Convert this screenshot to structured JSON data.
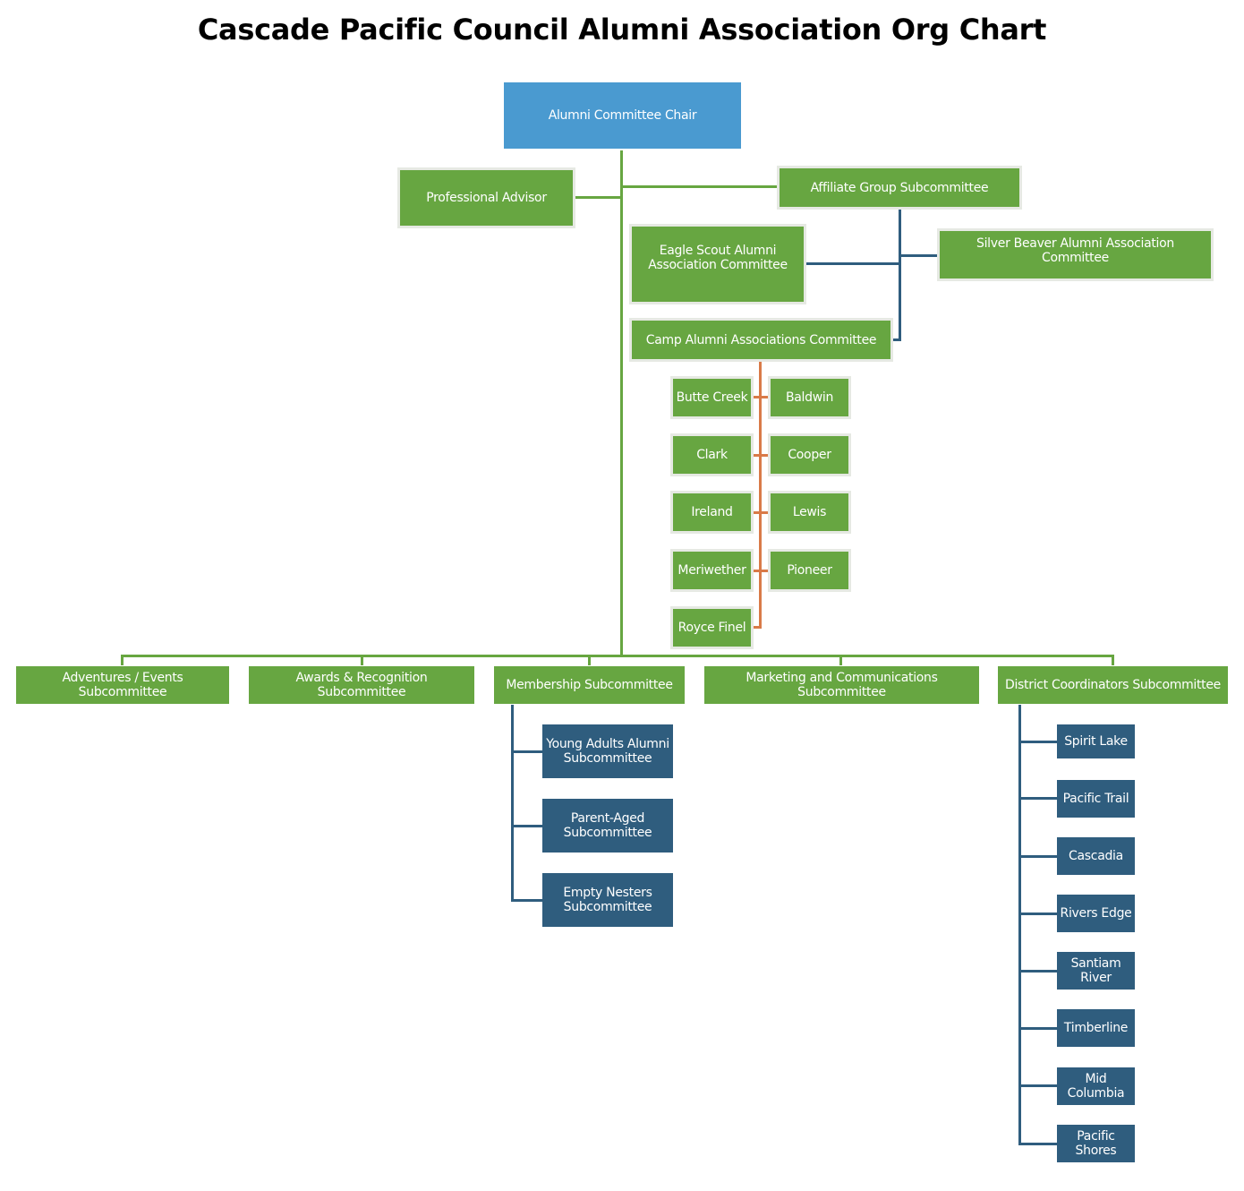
{
  "title": "Cascade Pacific Council Alumni Association Org Chart",
  "colors": {
    "chair": "#4a9ad0",
    "primary_node": "#67a641",
    "secondary_node": "#2f5d7e",
    "primary_connector": "#67a641",
    "affiliate_connector": "#2f5d7e",
    "camp_connector": "#d97a48"
  },
  "chair": {
    "label": "Alumni Committee Chair"
  },
  "advisor": {
    "label": "Professional Advisor"
  },
  "affiliate": {
    "label": "Affiliate Group Subcommittee",
    "children": [
      {
        "label": "Eagle Scout Alumni Association Committee"
      },
      {
        "label": "Silver Beaver Alumni Association Committee"
      },
      {
        "label": "Camp Alumni Associations Committee"
      }
    ]
  },
  "camps": [
    "Butte Creek",
    "Baldwin",
    "Clark",
    "Cooper",
    "Ireland",
    "Lewis",
    "Meriwether",
    "Pioneer",
    "Royce Finel"
  ],
  "subcommittees": [
    {
      "label": "Adventures / Events Subcommittee"
    },
    {
      "label": "Awards & Recognition Subcommittee"
    },
    {
      "label": "Membership Subcommittee"
    },
    {
      "label": "Marketing and Communications Subcommittee"
    },
    {
      "label": "District Coordinators Subcommittee"
    }
  ],
  "membership_children": [
    "Young Adults Alumni Subcommittee",
    "Parent-Aged Subcommittee",
    "Empty Nesters Subcommittee"
  ],
  "districts": [
    "Spirit Lake",
    "Pacific Trail",
    "Cascadia",
    "Rivers Edge",
    "Santiam River",
    "Timberline",
    "Mid Columbia",
    "Pacific Shores"
  ]
}
